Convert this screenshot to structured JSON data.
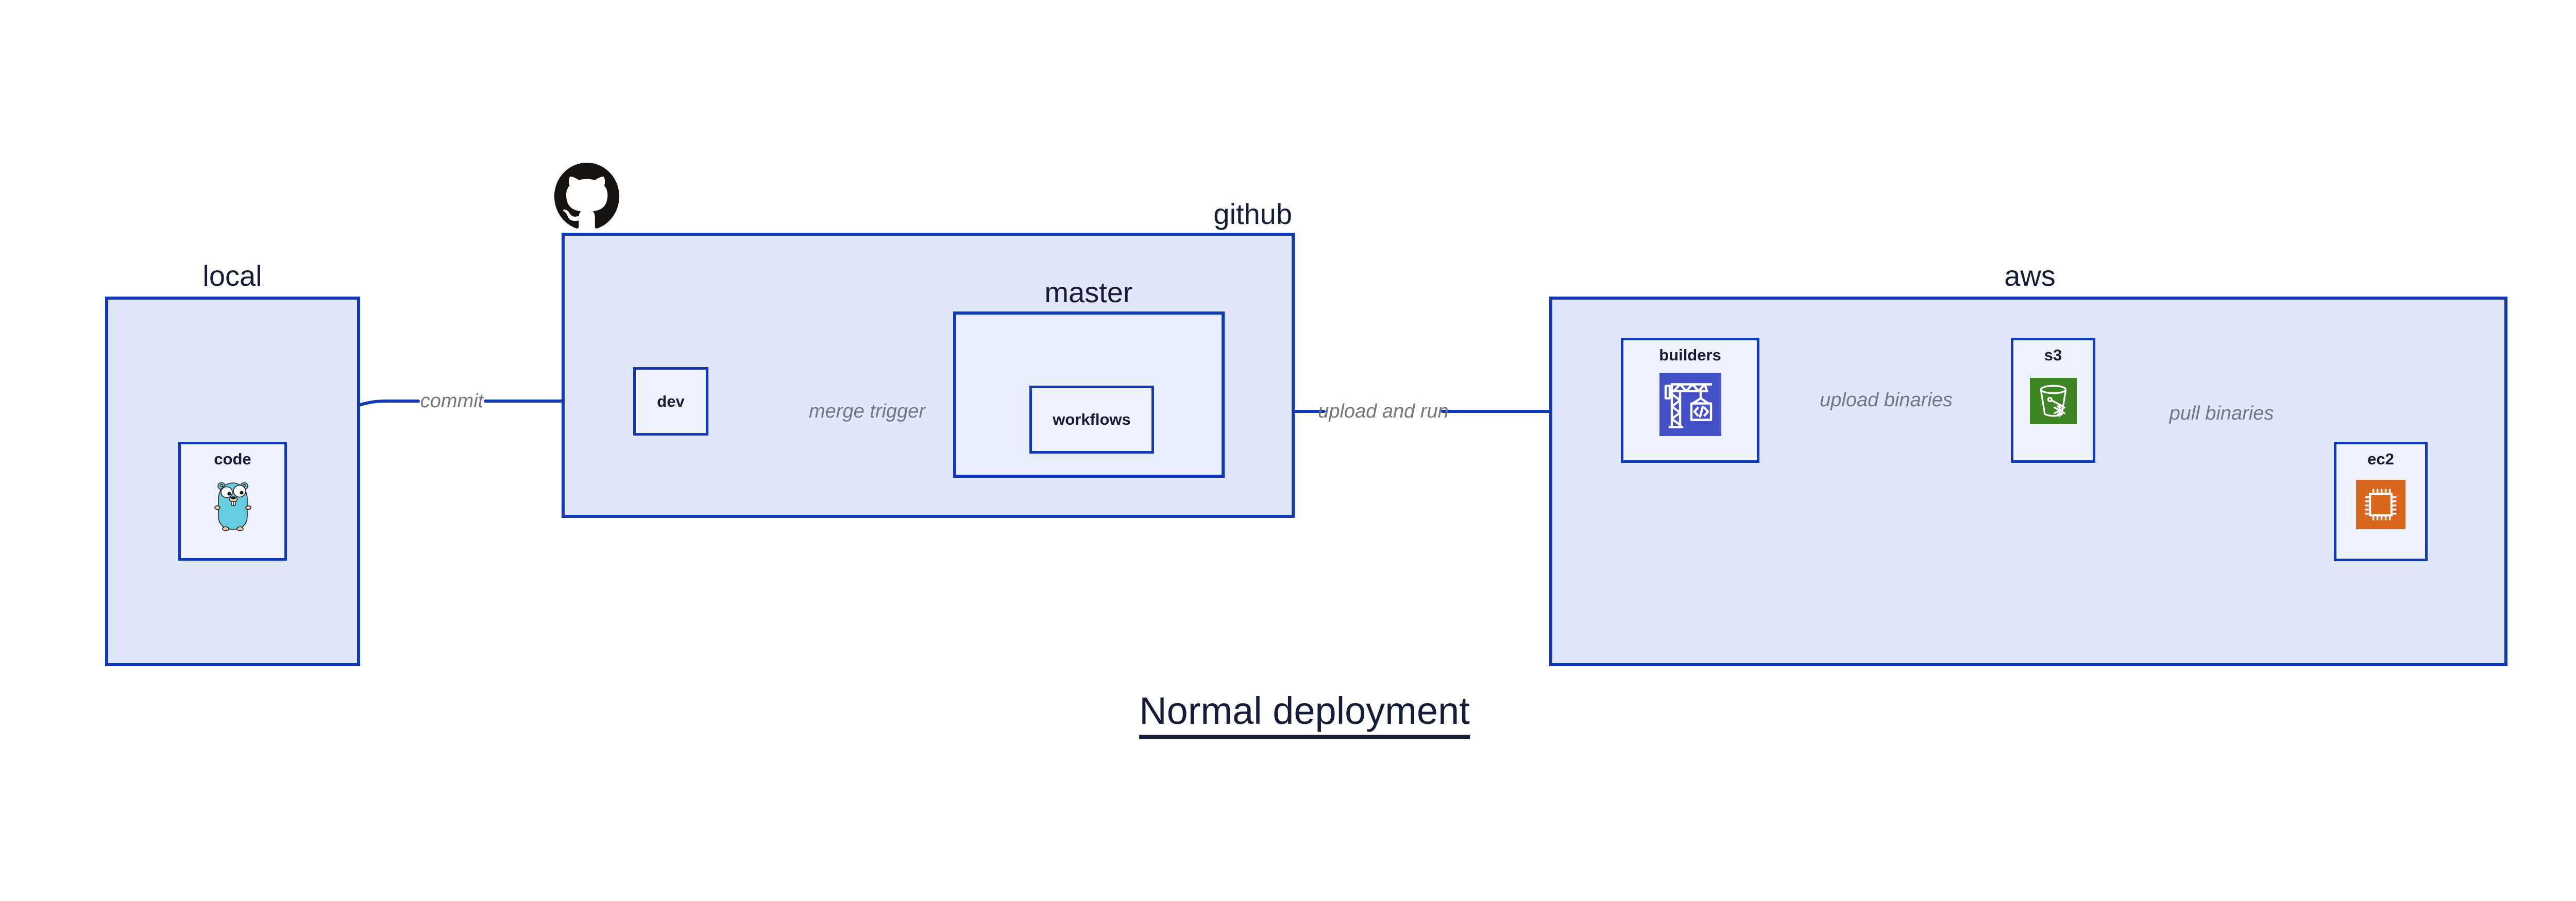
{
  "diagram_title": "Normal deployment",
  "containers": {
    "local": {
      "label": "local"
    },
    "github": {
      "label": "github"
    },
    "master": {
      "label": "master"
    },
    "aws": {
      "label": "aws"
    }
  },
  "nodes": {
    "code": {
      "label": "code",
      "icon": "go-gopher-icon"
    },
    "dev": {
      "label": "dev"
    },
    "workflows": {
      "label": "workflows"
    },
    "builders": {
      "label": "builders",
      "icon": "codebuild-crane-icon"
    },
    "s3": {
      "label": "s3",
      "icon": "s3-bucket-snowflake-icon"
    },
    "ec2": {
      "label": "ec2",
      "icon": "ec2-chip-icon"
    }
  },
  "edges": [
    {
      "from": "code",
      "to": "dev",
      "label": "commit"
    },
    {
      "from": "dev",
      "to": "workflows",
      "label": "merge trigger"
    },
    {
      "from": "workflows",
      "to": "builders",
      "label": "upload and run"
    },
    {
      "from": "builders",
      "to": "s3",
      "label": "upload binaries"
    },
    {
      "from": "s3",
      "to": "ec2",
      "label": "pull binaries"
    }
  ],
  "colors": {
    "border_blue": "#1138b5",
    "container_fill": "#e0e7fa",
    "sub_container_fill": "#e9eefc",
    "node_fill": "#eef2fd",
    "text_navy": "#161d38",
    "edge_label_gray": "#73767f",
    "codebuild_purple": "#4450c8",
    "s3_green": "#3e8624",
    "ec2_orange": "#d9661d",
    "gopher_teal": "#66cde0",
    "github_mark_black": "#15120f"
  }
}
